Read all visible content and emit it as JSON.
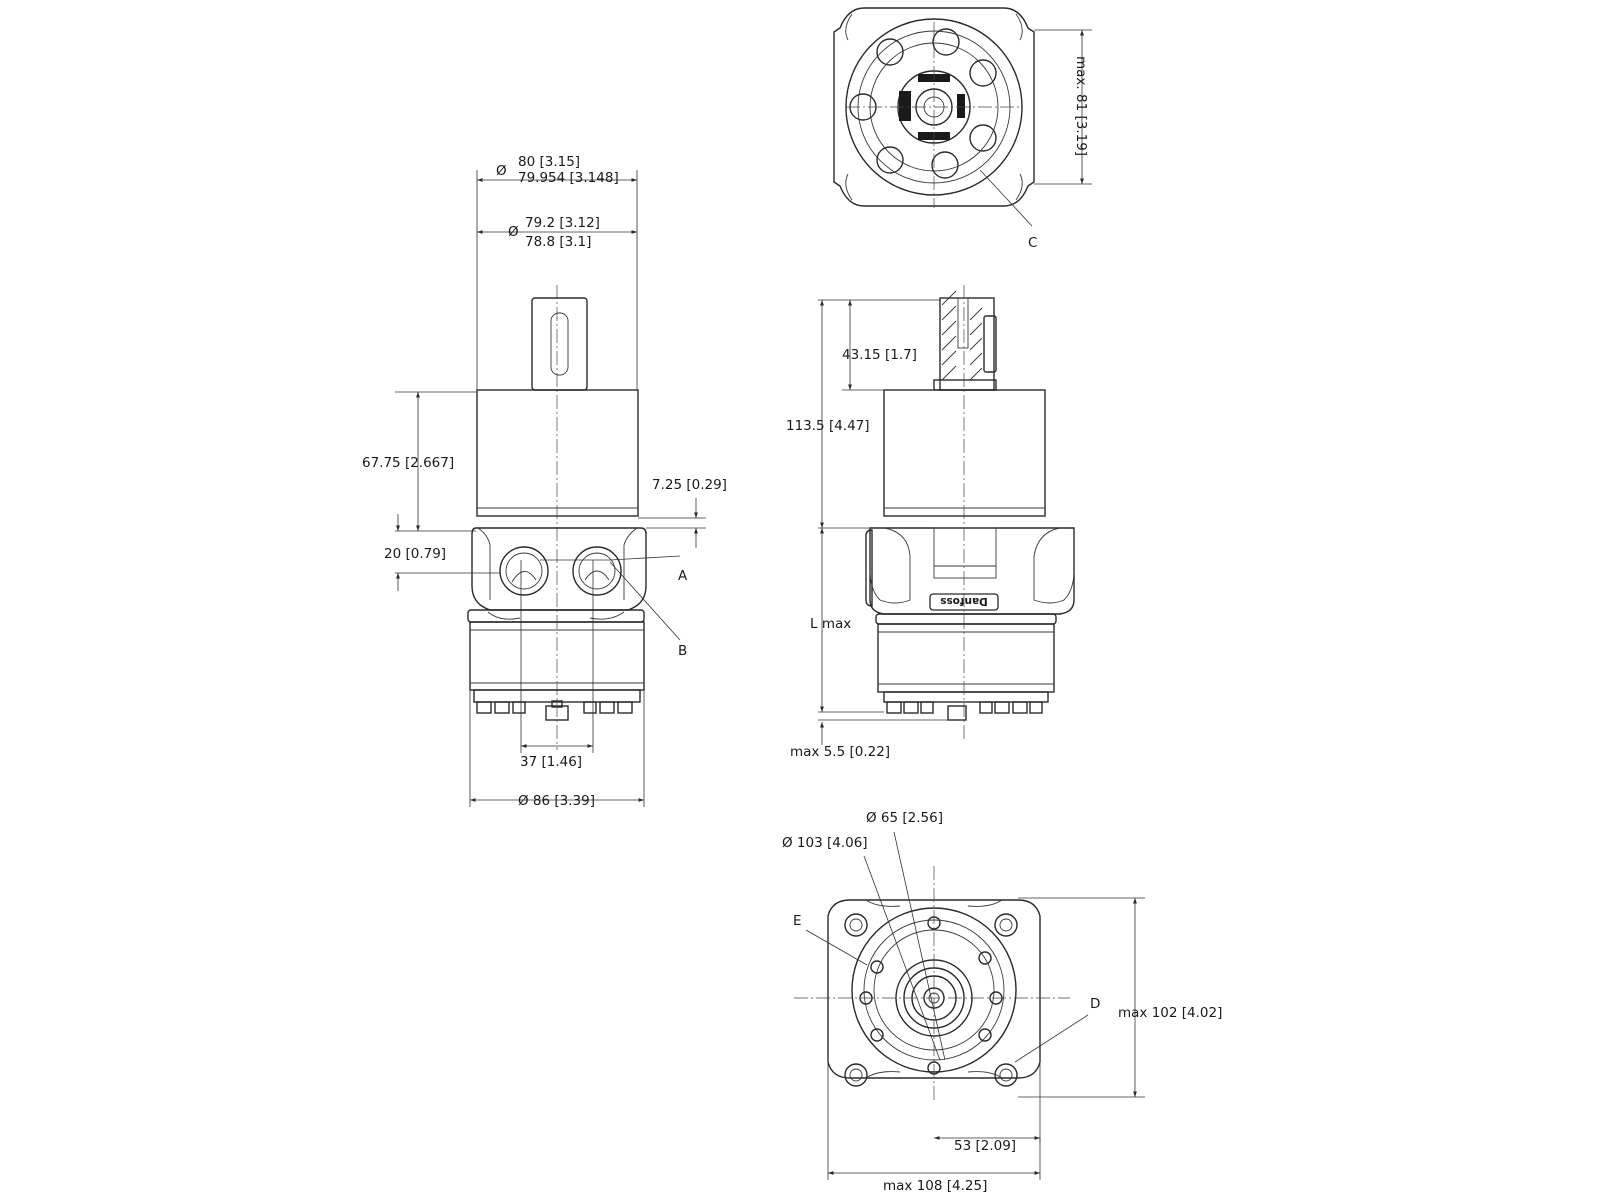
{
  "labels": {
    "dia80_sym": "Ø",
    "dia80_a": "80 [3.15]",
    "dia80_b": "79.954 [3.148]",
    "dia79_sym": "Ø",
    "dia79_a": "79.2 [3.12]",
    "dia79_b": "78.8 [3.1]",
    "dim_67": "67.75 [2.667]",
    "dim_725": "7.25 [0.29]",
    "dim_20": "20 [0.79]",
    "port_a": "A",
    "port_b": "B",
    "dim_37": "37 [1.46]",
    "dim_86": "Ø 86 [3.39]",
    "dim_4315": "43.15 [1.7]",
    "dim_1135": "113.5 [4.47]",
    "l_max": "L max",
    "dim_55": "max 5.5 [0.22]",
    "dim_81": "max. 81 [3.19]",
    "label_c": "C",
    "dim_65": "Ø 65 [2.56]",
    "dim_103": "Ø 103 [4.06]",
    "label_e": "E",
    "label_d": "D",
    "dim_102": "max 102 [4.02]",
    "dim_53": "53 [2.09]",
    "dim_108": "max 108 [4.25]",
    "logo": "Danfoss"
  }
}
